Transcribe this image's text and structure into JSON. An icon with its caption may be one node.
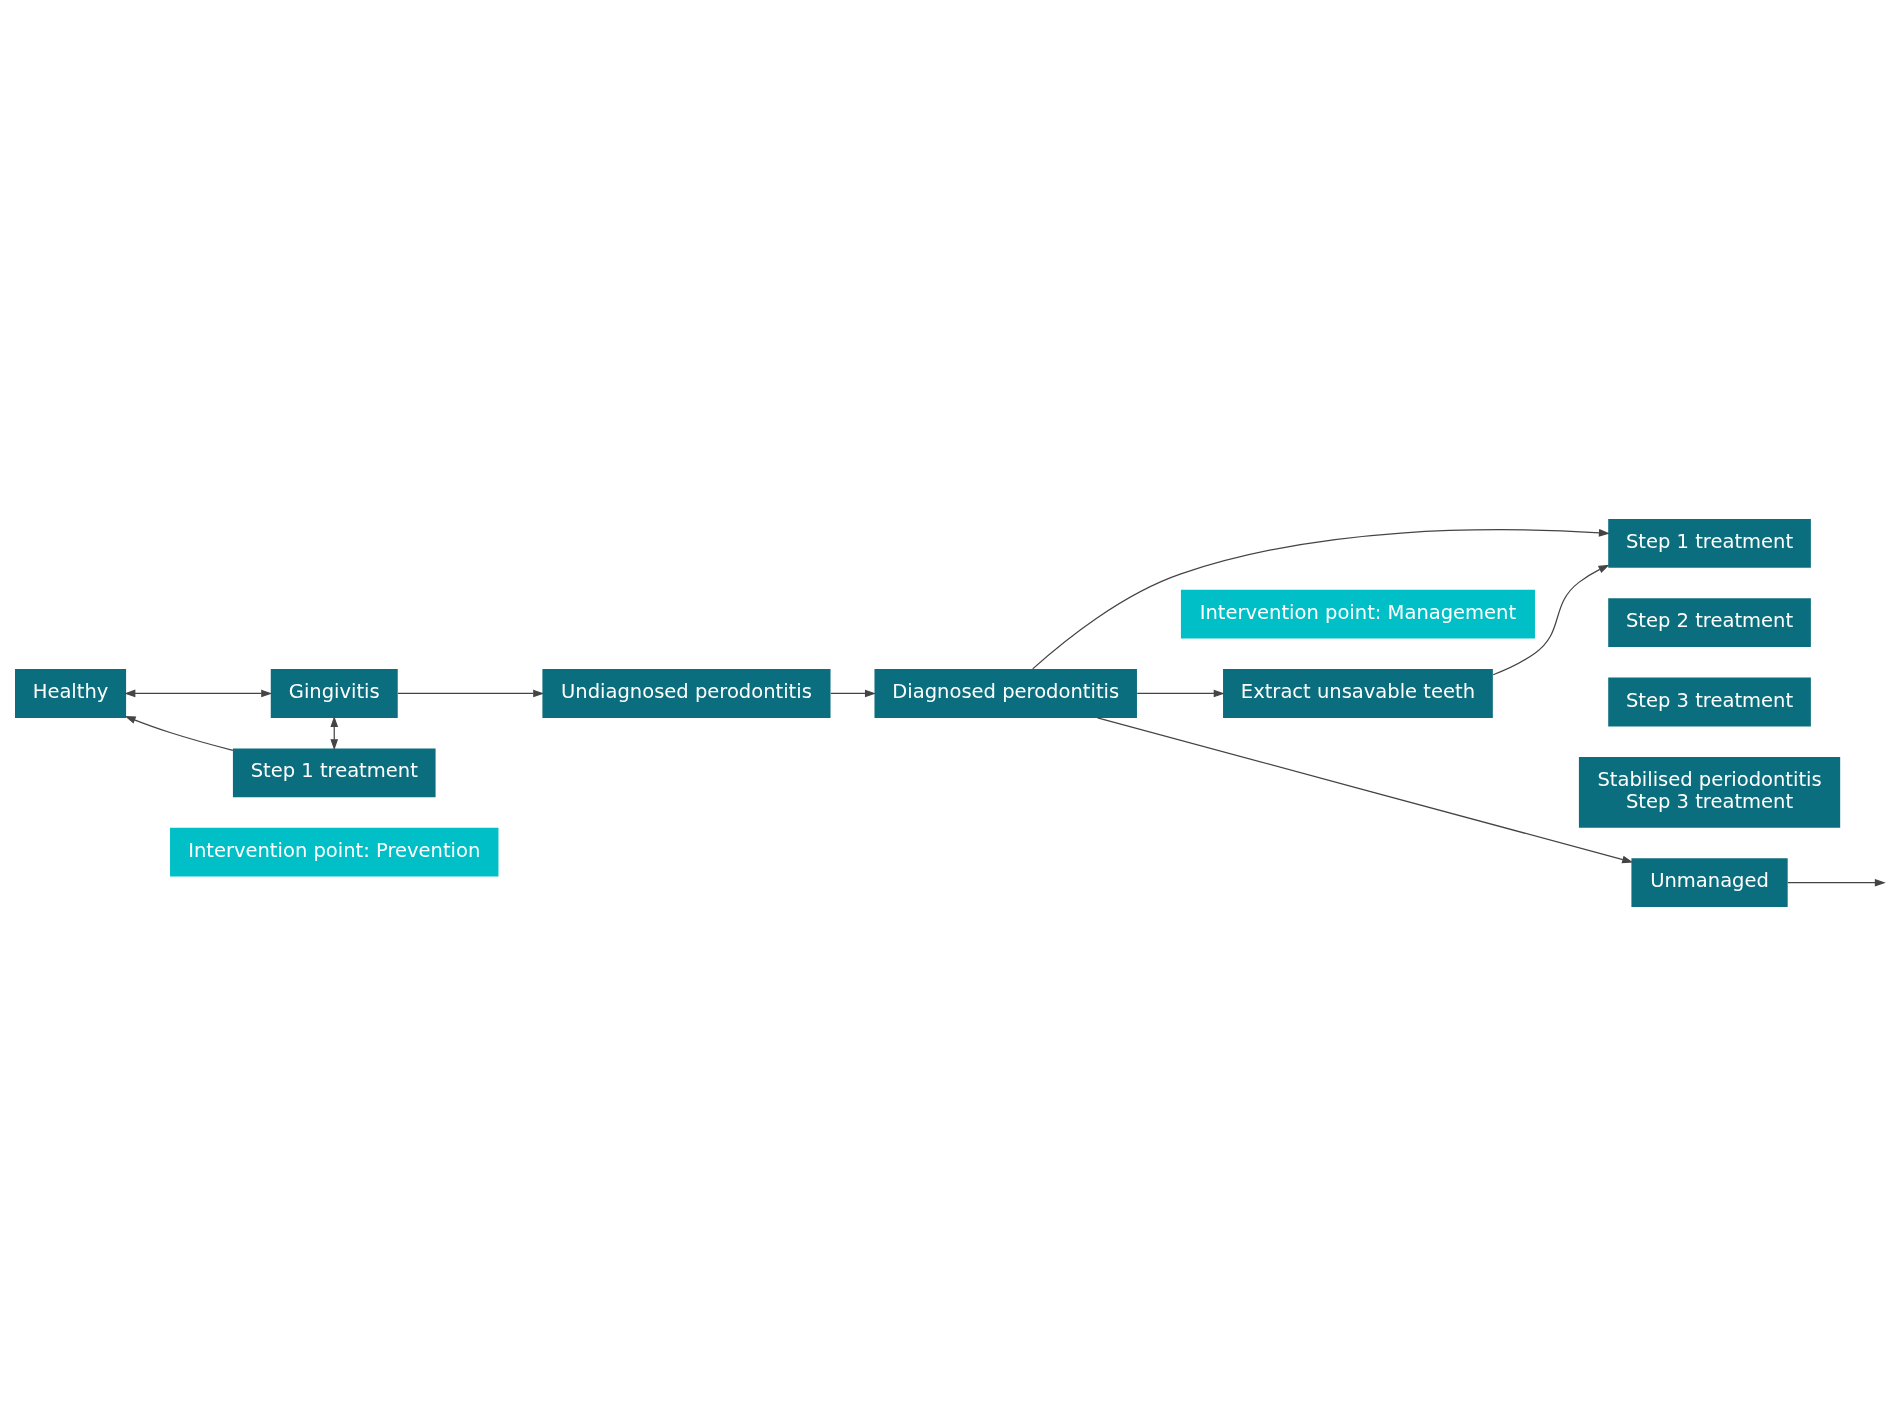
{
  "diagram": {
    "nodes": [
      {
        "text": [
          "Healthy"
        ]
      },
      {
        "text": [
          "Gingivitis"
        ]
      },
      {
        "text": [
          "Undiagnosed perodontitis"
        ]
      },
      {
        "text": [
          "Diagnosed perodontitis"
        ]
      },
      {
        "text": [
          "Extract unsavable teeth"
        ]
      },
      {
        "text": [
          "Step 1 treatment"
        ]
      },
      {
        "text": [
          "Step 2 treatment"
        ]
      },
      {
        "text": [
          "Step 3 treatment"
        ]
      },
      {
        "text": [
          "Stabilised periodontitis",
          "Step 3 treatment"
        ]
      },
      {
        "text": [
          "Unmanaged"
        ]
      },
      {
        "text": [
          "Step 1 treatment"
        ]
      },
      {
        "text": [
          "Intervention point: Management"
        ]
      },
      {
        "text": [
          "Intervention point: Prevention"
        ]
      }
    ],
    "edges": [
      {
        "from": 0,
        "to": 1,
        "arrow": "both"
      },
      {
        "from": 1,
        "to": 2,
        "arrow": "to"
      },
      {
        "from": 2,
        "to": 3,
        "arrow": "to"
      },
      {
        "from": 3,
        "to": 4,
        "arrow": "to"
      },
      {
        "from": 3,
        "to": 5,
        "arrow": "to"
      },
      {
        "from": 4,
        "to": 5,
        "arrow": "to"
      },
      {
        "from": 3,
        "to": 9,
        "arrow": "to"
      },
      {
        "from": 9,
        "to": null,
        "arrow": "to"
      },
      {
        "from": 1,
        "to": 10,
        "arrow": "both"
      },
      {
        "from": 10,
        "to": 0,
        "arrow": "to"
      }
    ]
  }
}
